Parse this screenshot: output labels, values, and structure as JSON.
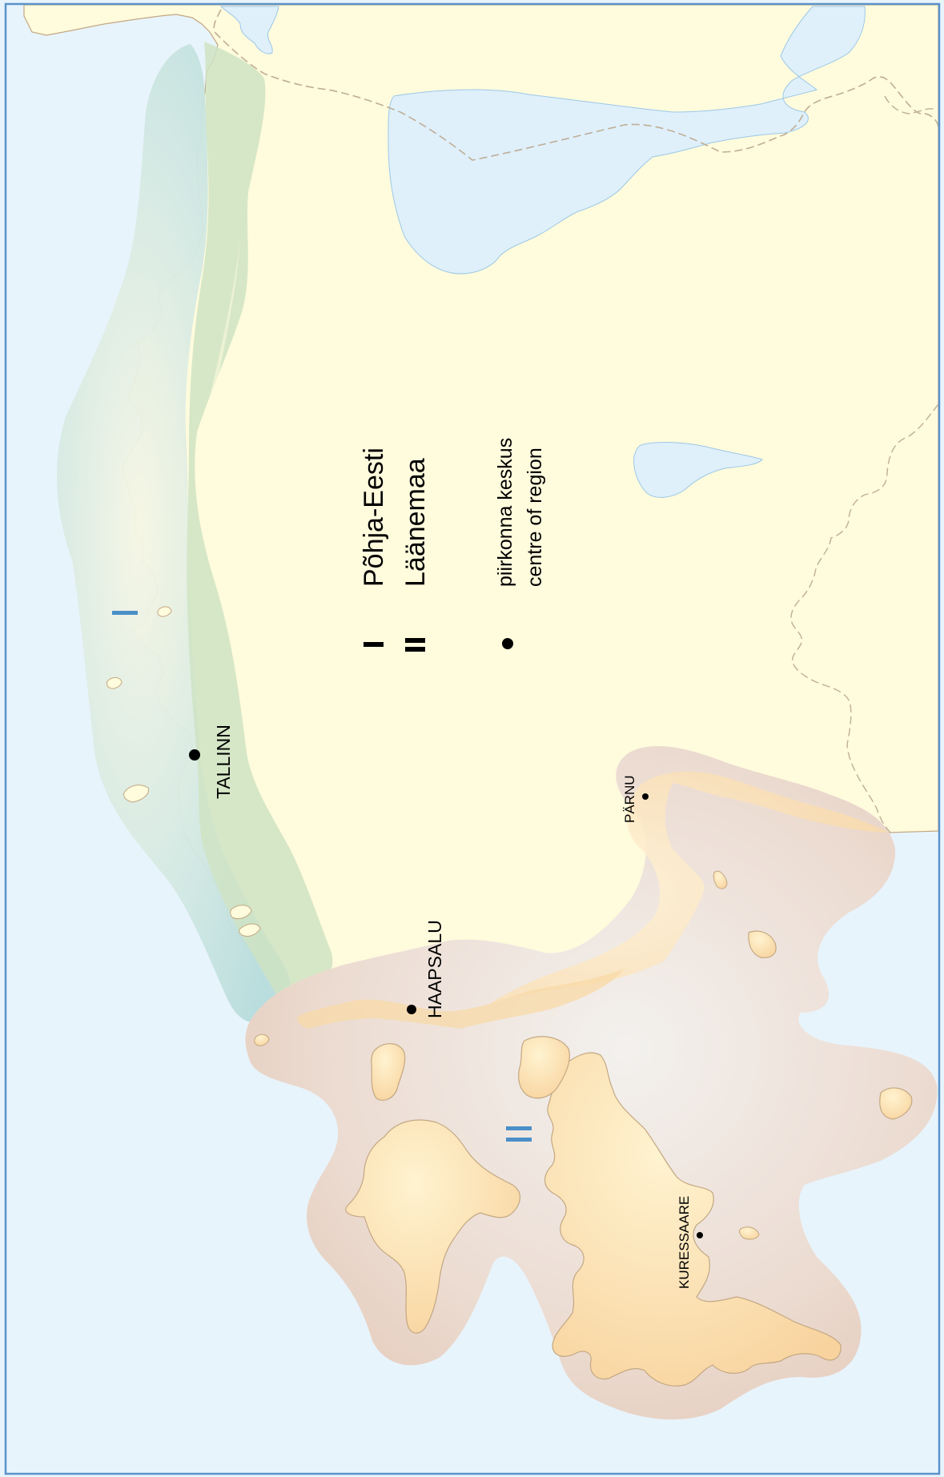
{
  "map": {
    "regions": [
      {
        "numeral": "I",
        "name": "Põhja-Eesti",
        "color": "#b9dede"
      },
      {
        "numeral": "II",
        "name": "Läänemaa",
        "color": "#f6d8ad"
      }
    ],
    "legend": {
      "numeral_1": "I",
      "name_1": "Põhja-Eesti",
      "numeral_2": "II",
      "name_2": "Läänemaa",
      "centre_symbol": "dot",
      "centre_line_1": "piirkonna keskus",
      "centre_line_2": "centre of region"
    },
    "cities": {
      "tallinn": "TALLINN",
      "haapsalu": "HAAPSALU",
      "parnu": "PÄRNU",
      "kuressaare": "KURESSAARE"
    },
    "region_marks": {
      "region_1": "I",
      "region_2": "II"
    },
    "colors": {
      "sea": "#e8f4fc",
      "land": "#fffbdd",
      "lake": "#dff0fb",
      "frame": "#5b93c9",
      "region_north": "#b9dede",
      "region_north_green": "#cfe3c3",
      "region_west": "#e8d6cb",
      "region_west_land": "#f8d9a7",
      "numeral_mark": "#4a8fc8",
      "coast": "#c3a882",
      "border": "#bfae96"
    }
  }
}
